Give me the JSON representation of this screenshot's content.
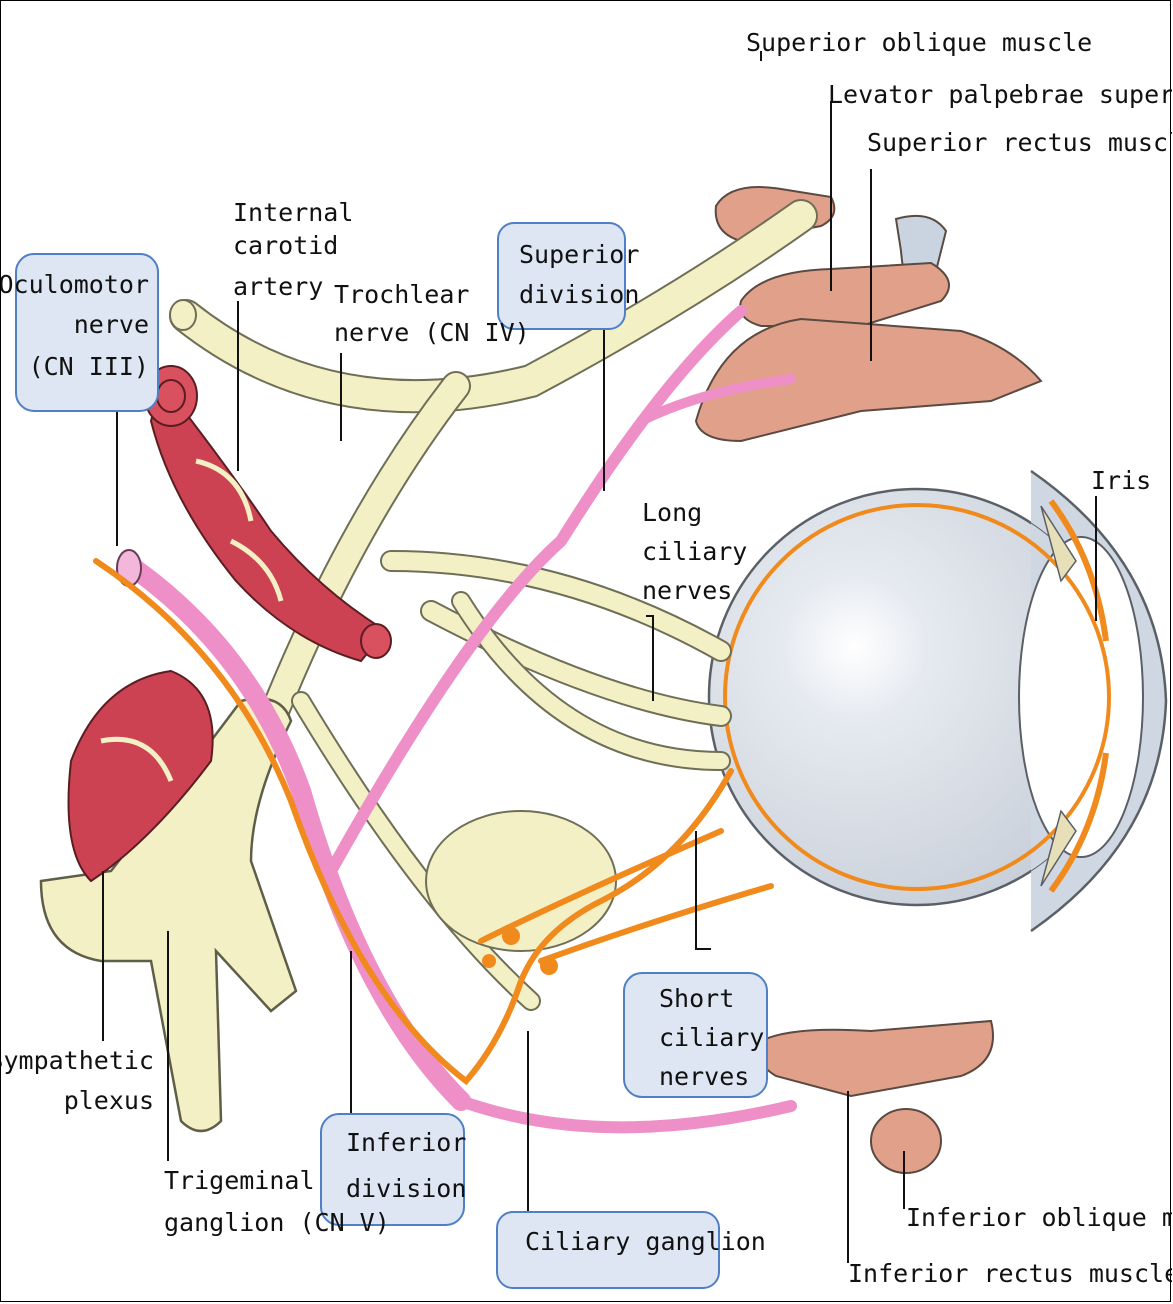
{
  "labels": {
    "superior_oblique": "Superior oblique muscle",
    "levator": "Levator palpebrae superioris",
    "superior_rectus": "Superior rectus muscle",
    "internal_carotid_1": "Internal",
    "internal_carotid_2": "carotid",
    "internal_carotid_3": "artery",
    "trochlear_1": "Trochlear",
    "trochlear_2": "nerve (CN IV)",
    "oculomotor_1": "Oculomotor",
    "oculomotor_2": "nerve",
    "oculomotor_3": "(CN III)",
    "superior_division_1": "Superior",
    "superior_division_2": "division",
    "iris": "Iris",
    "long_ciliary_1": "Long",
    "long_ciliary_2": "ciliary",
    "long_ciliary_3": "nerves",
    "short_ciliary_1": "Short",
    "short_ciliary_2": "ciliary",
    "short_ciliary_3": "nerves",
    "sympathetic_1": "Sympathetic",
    "sympathetic_2": "plexus",
    "trigeminal_1": "Trigeminal",
    "trigeminal_2": "ganglion (CN V)",
    "inferior_division_1": "Inferior",
    "inferior_division_2": "division",
    "ciliary_ganglion": "Ciliary ganglion",
    "inferior_oblique": "Inferior oblique muscle",
    "inferior_rectus": "Inferior rectus muscle"
  },
  "colors": {
    "nerve": "#f4f0c6",
    "oculomotor": "#ee8fc8",
    "sympathetic": "#f08a1c",
    "muscle": "#e0a089",
    "artery": "#cc4252",
    "eyeball": "#dbe1e9",
    "label_box": "#dde6f2",
    "label_box_border": "#4f80c6"
  }
}
